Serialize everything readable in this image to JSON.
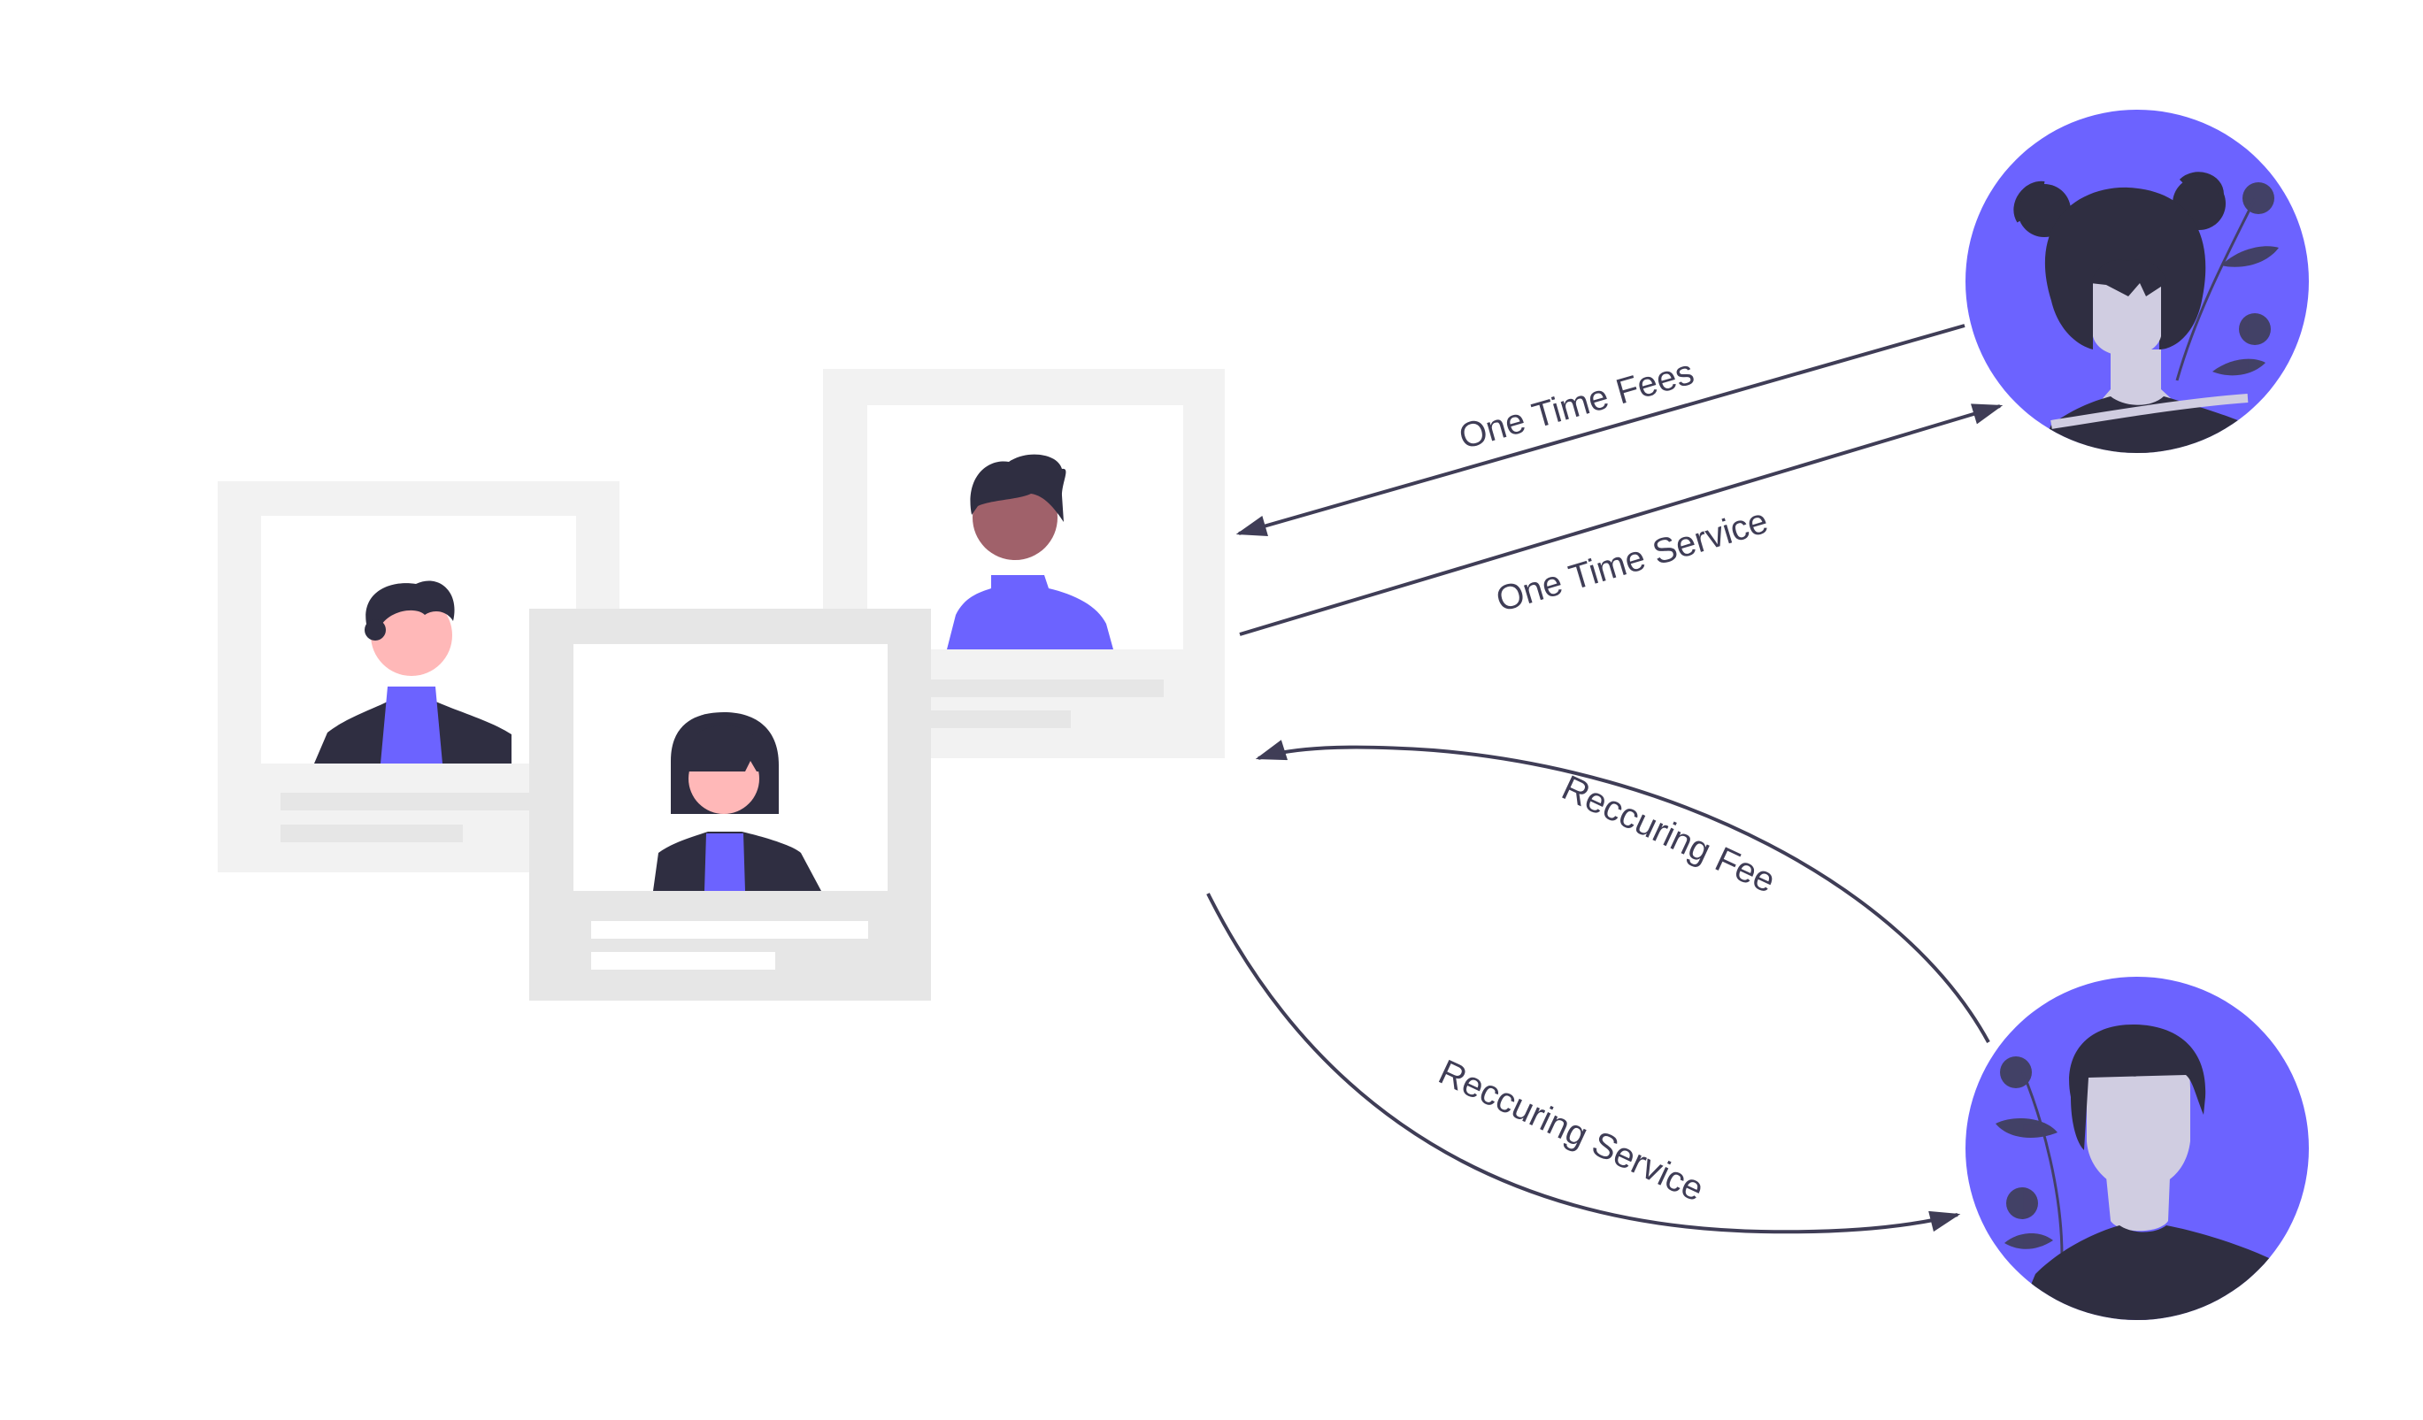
{
  "colors": {
    "accent": "#6c63ff",
    "dark": "#2f2e41",
    "card_light": "#f2f2f2",
    "card_mid": "#e6e6e6",
    "skin_pink": "#ffb8b8",
    "skin_brown": "#a0616a",
    "avatar_face": "#d0cde1",
    "arrow": "#3f3d56"
  },
  "flows": {
    "one_time_fees": "One Time Fees",
    "one_time_service": "One Time Service",
    "reccuring_fee": "Reccuring Fee",
    "reccuring_service": "Reccuring Service"
  },
  "nodes": {
    "providers": [
      "man-suit-profile-card",
      "woman-suit-profile-card",
      "man-purple-shirt-profile-card"
    ],
    "one_time_customer": "woman-avatar",
    "recurring_customer": "man-avatar"
  }
}
